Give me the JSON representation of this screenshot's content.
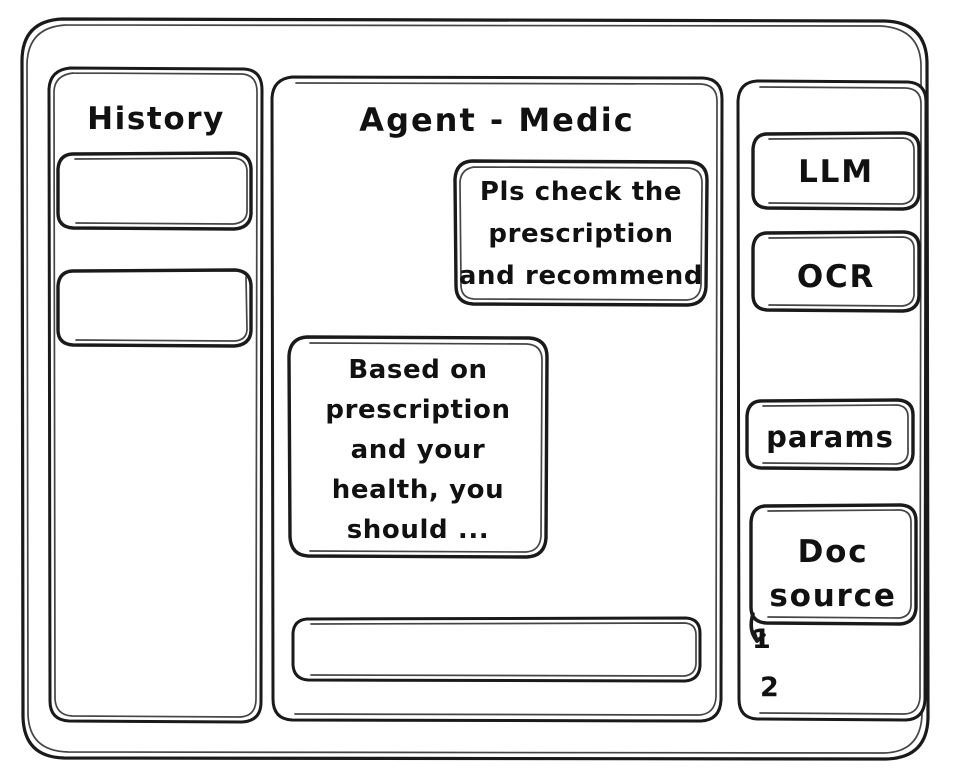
{
  "window": {
    "name": "hand-drawn-wireframe-window"
  },
  "sidebar_left": {
    "title": "History",
    "items": [
      {
        "label": ""
      },
      {
        "label": ""
      }
    ]
  },
  "main": {
    "title": "Agent - Medic",
    "messages": [
      {
        "role": "user",
        "align": "right",
        "lines": [
          "Pls check the",
          "prescription",
          "and recommend"
        ]
      },
      {
        "role": "assistant",
        "align": "left",
        "lines": [
          "Based on",
          "prescription",
          "and your",
          "health, you",
          "should ..."
        ]
      }
    ],
    "composer": {
      "value": "",
      "placeholder": ""
    }
  },
  "sidebar_right": {
    "cards": [
      {
        "label": "LLM"
      },
      {
        "label": "OCR"
      },
      {
        "label": "params"
      }
    ],
    "doc_source": {
      "lines": [
        "Doc",
        "source"
      ],
      "items": [
        "1",
        "2"
      ]
    }
  },
  "style": {
    "stroke": "#1a1a1a",
    "background": "#ffffff"
  }
}
